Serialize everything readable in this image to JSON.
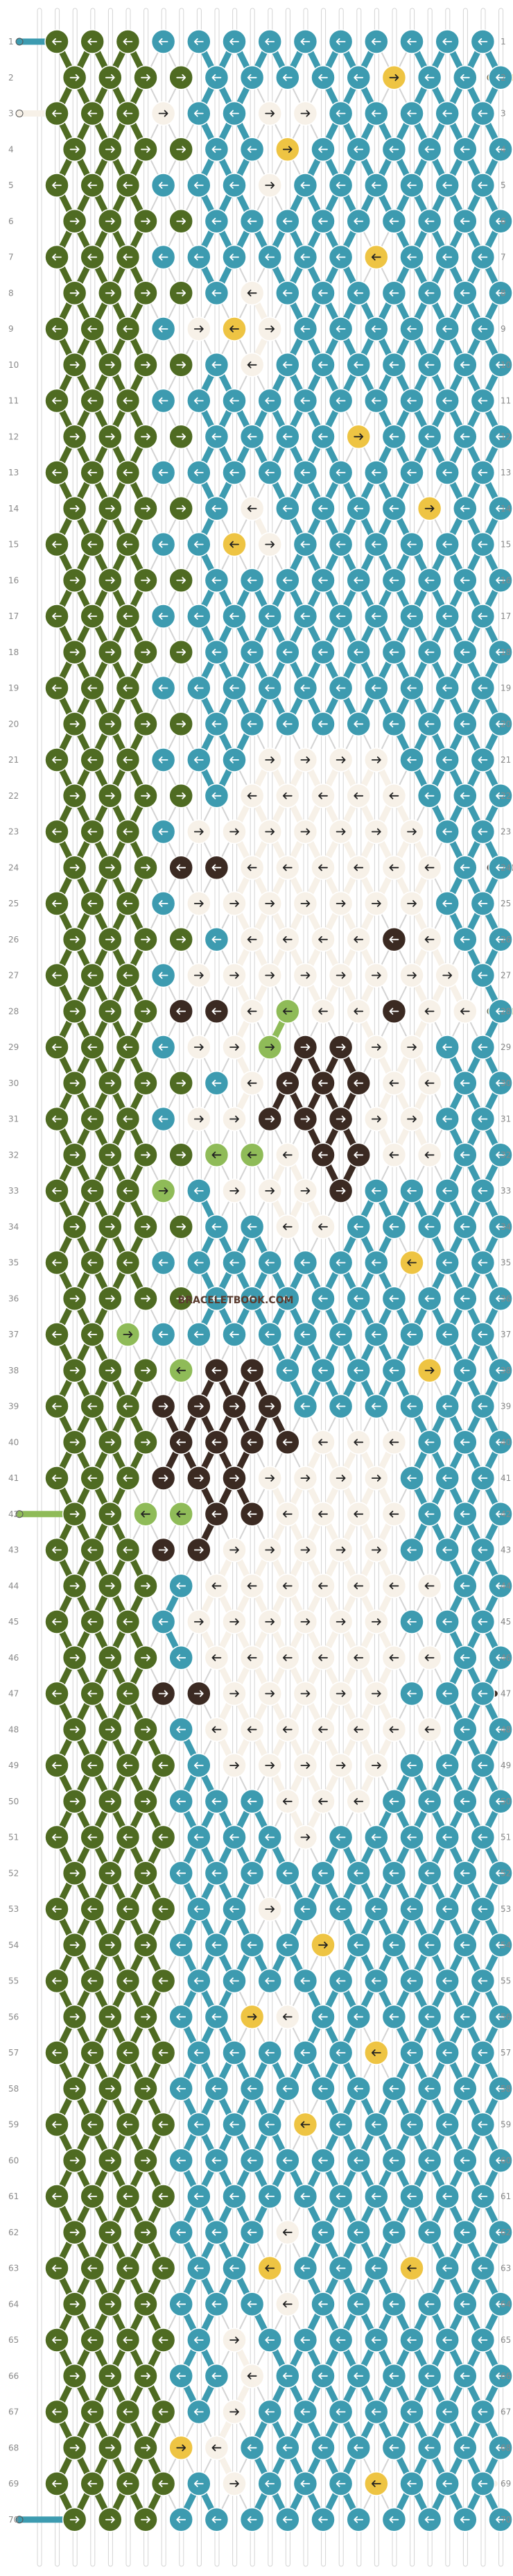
{
  "site": {
    "watermark": "BRACELETBOOK.COM"
  },
  "pattern": {
    "rows": 70,
    "knots_per_row": 13,
    "row_labels": [
      "1",
      "2",
      "3",
      "4",
      "5",
      "6",
      "7",
      "8",
      "9",
      "10",
      "11",
      "12",
      "13",
      "14",
      "15",
      "16",
      "17",
      "18",
      "19",
      "20",
      "21",
      "22",
      "23",
      "24",
      "25",
      "26",
      "27",
      "28",
      "29",
      "30",
      "31",
      "32",
      "33",
      "34",
      "35",
      "36",
      "37",
      "38",
      "39",
      "40",
      "41",
      "42",
      "43",
      "44",
      "45",
      "46",
      "47",
      "48",
      "49",
      "50",
      "51",
      "52",
      "53",
      "54",
      "55",
      "56",
      "57",
      "58",
      "59",
      "60",
      "61",
      "62",
      "63",
      "64",
      "65",
      "66",
      "67",
      "68",
      "69",
      "70"
    ],
    "colors": {
      "G": "#4f6b22",
      "T": "#3d9bb0",
      "W": "#f7f1e8",
      "Y": "#eec443",
      "B": "#3b2a22",
      "L": "#8fbb58",
      "string": "#d4d4d4"
    },
    "knot_rows": [
      "GGGTTTTTTTTTT",
      "GGGGTTTTTYTTT",
      "GGGWTTWWTTTTT",
      "GGGGTTYTTTTTT",
      "GGGTTTWTTTTTT",
      "GGGGTTTTTTTTT",
      "GGGTTTTTTYTTT",
      "GGGGTWTTTTTTT",
      "GGGTWYWTTTTTT",
      "GGGGTWTTTTTTT",
      "GGGTTTTTTTTTT",
      "GGGGTTTTYTTTT",
      "GGGTTTTTTTTTT",
      "GGGGTWTTTTYTT",
      "GGGTTYWTTTTTT",
      "GGGGTTTTTTTTT",
      "GGGTTTTTTTTTT",
      "GGGGTTTTTTTTT",
      "GGGTTTTTTTTTT",
      "GGGGTTTTTTTTT",
      "GGGTTTWWWWTTT",
      "GGGGTWWWWWTTT",
      "GGGTWWWWWWWTT",
      "GGGBBWWWWWWTT",
      "GGGTWWWWWWWTT",
      "GGGGTWWWWBWTT",
      "GGGTWWWWWWWWT",
      "GGGBBWLWWBWWT",
      "GGGTWWLBBWWTT",
      "GGGGTWBBBWWTT",
      "GGGTWWBBBWWTT",
      "GGGGLLWBBWWTT",
      "GGGLTWWWBTTTT",
      "GGGGTTWWTTTTT",
      "GGGTTTTTTTYTT",
      "GGGGTTTTTTTTT",
      "GGLTTTTTTTTTT",
      "GGGLBBTTTTYTT",
      "GGGBBBBTTTTTT",
      "GGGBBBBWWWTTT",
      "GGGBBBWWWWTTT",
      "GGLLBBWWWWTTT",
      "GGGBBWWWWWTTT",
      "GGGTWWWWWWWTT",
      "GGGTWWWWWWTTT",
      "GGGTWWWWWWWTT",
      "GGGBBWWWWWTTT",
      "GGGTWWWWWWWTT",
      "GGGGTWWWWWTTT",
      "GGGTTTWWWTTTT",
      "GGGGTTTWTTTTT",
      "GGGTTTTTTTTTT",
      "GGGGTTWTTTTTT",
      "GGGTTTTYTTTTT",
      "GGGGTTTTTTTTT",
      "GGGTTYWTTTTTT",
      "GGGGTTTTTYTTT",
      "GGGTTTTTTTTTT",
      "GGGGTTTYTTTTT",
      "GGGTTTTTTTTTT",
      "GGGGTTTTTTTTT",
      "GGGTTTWTTTTTT",
      "GGGGTTYTTTYTT",
      "GGGTTTWTTTTTT",
      "GGGGTWTTTTTTT",
      "GGGTTWTTTTTTT",
      "GGGGTWTTTTTTT",
      "GGGYWTTTTTTTT",
      "GGGGTWTTTYTTT",
      "GGGTTTTTTTTTT"
    ],
    "directions": {
      "G": [
        "left",
        "right"
      ],
      "T": [
        "left",
        "left"
      ],
      "W": [
        "right",
        "left"
      ],
      "Y": [
        "left",
        "right"
      ],
      "B": [
        "right",
        "left"
      ],
      "L": [
        "right",
        "left"
      ]
    },
    "side_strings": {
      "1": {
        "left": "T"
      },
      "2": {
        "right": "Y"
      },
      "3": {
        "left": "W"
      },
      "24": {
        "right": "B"
      },
      "28": {
        "right": "L"
      },
      "42": {
        "left": "L"
      },
      "47": {
        "right": "B"
      },
      "69": {
        "right": "W"
      },
      "70": {
        "left": "T"
      }
    }
  }
}
